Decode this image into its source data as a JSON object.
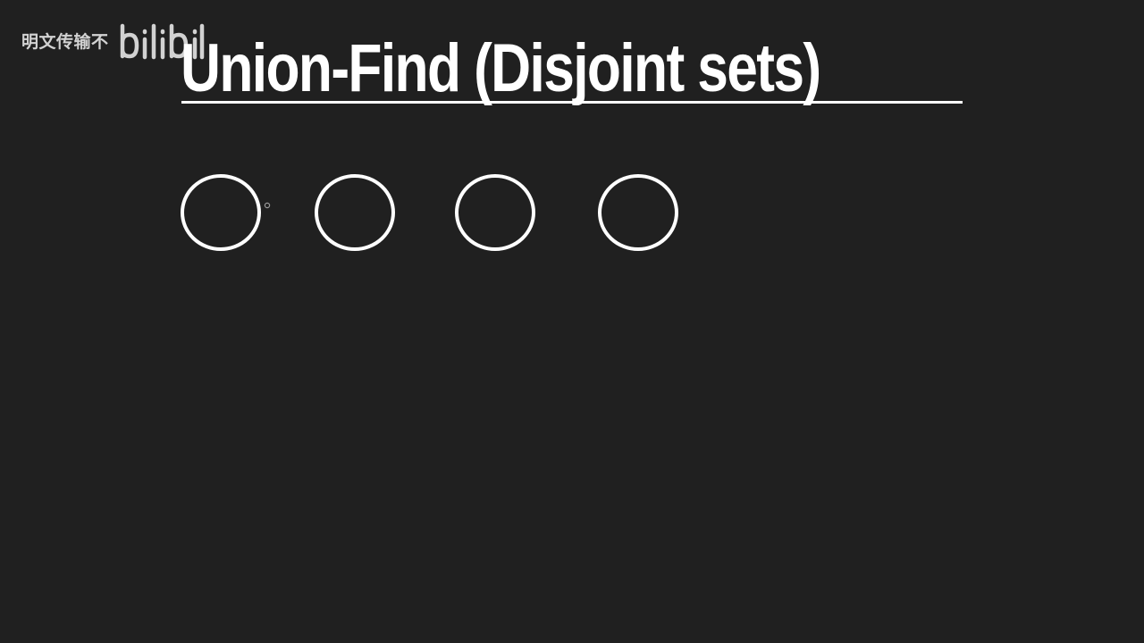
{
  "watermark": {
    "text": "明文传输不",
    "logo": "bilibili"
  },
  "title": "Union-Find (Disjoint sets)",
  "nodes": [
    {
      "label": ""
    },
    {
      "label": ""
    },
    {
      "label": ""
    },
    {
      "label": ""
    }
  ],
  "colors": {
    "background": "#202020",
    "foreground": "#ffffff"
  }
}
